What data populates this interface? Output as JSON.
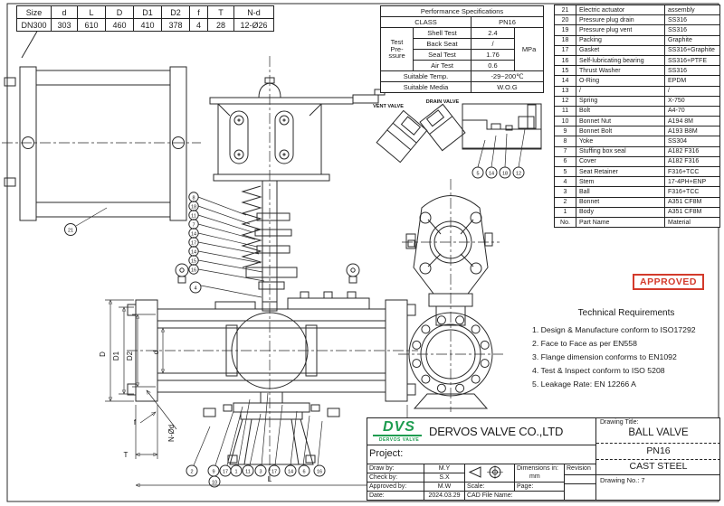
{
  "dim_table": {
    "headers": [
      "Size",
      "d",
      "L",
      "D",
      "D1",
      "D2",
      "f",
      "T",
      "N-d"
    ],
    "values": [
      "DN300",
      "303",
      "610",
      "460",
      "410",
      "378",
      "4",
      "28",
      "12-Ø26"
    ]
  },
  "perf": {
    "title": "Performance Specifications",
    "class_label": "CLASS",
    "class_value": "PN16",
    "group_label": "Test\nPre-\nssure",
    "unit": "MPa",
    "rows": [
      {
        "label": "Shell Test",
        "value": "2.4"
      },
      {
        "label": "Back Seat",
        "value": "/"
      },
      {
        "label": "Seal Test",
        "value": "1.76"
      },
      {
        "label": "Air Test",
        "value": "0.6"
      }
    ],
    "temp_label": "Suitable Temp.",
    "temp_value": "-29~200℃",
    "media_label": "Suitable Media",
    "media_value": "W.O.G"
  },
  "parts": {
    "rows": [
      {
        "no": "21",
        "name": "Electric actuator",
        "material": "assembly"
      },
      {
        "no": "20",
        "name": "Pressure plug drain",
        "material": "SS316"
      },
      {
        "no": "19",
        "name": "Pressure plug vent",
        "material": "SS316"
      },
      {
        "no": "18",
        "name": "Packing",
        "material": "Graphite"
      },
      {
        "no": "17",
        "name": "Gasket",
        "material": "SS316+Graphite"
      },
      {
        "no": "16",
        "name": "Self-lubricating bearing",
        "material": "SS316+PTFE"
      },
      {
        "no": "15",
        "name": "Thrust Washer",
        "material": "SS316"
      },
      {
        "no": "14",
        "name": "O-Ring",
        "material": "EPDM"
      },
      {
        "no": "13",
        "name": "/",
        "material": "/"
      },
      {
        "no": "12",
        "name": "Spring",
        "material": "X-750"
      },
      {
        "no": "11",
        "name": "Bolt",
        "material": "A4-70"
      },
      {
        "no": "10",
        "name": "Bonnet Nut",
        "material": "A194 8M"
      },
      {
        "no": "9",
        "name": "Bonnet Bolt",
        "material": "A193 B8M"
      },
      {
        "no": "8",
        "name": "Yoke",
        "material": "SS304"
      },
      {
        "no": "7",
        "name": "Stuffing box seal",
        "material": "A182 F316"
      },
      {
        "no": "6",
        "name": "Cover",
        "material": "A182 F316"
      },
      {
        "no": "5",
        "name": "Seat Retainer",
        "material": "F316+TCC"
      },
      {
        "no": "4",
        "name": "Stem",
        "material": "17-4PH+ENP"
      },
      {
        "no": "3",
        "name": "Ball",
        "material": "F316+TCC"
      },
      {
        "no": "2",
        "name": "Bonnet",
        "material": "A351 CF8M"
      },
      {
        "no": "1",
        "name": "Body",
        "material": "A351 CF8M"
      }
    ],
    "footer": {
      "no": "No.",
      "name": "Part Name",
      "material": "Material"
    }
  },
  "stamp": {
    "label": "APPROVED",
    "color": "#d33a2b"
  },
  "tech": {
    "title": "Technical Requirements",
    "items": [
      "1. Design & Manufacture conform to ISO17292",
      "2. Face to Face as per EN558",
      "3. Flange dimension conforms to EN1092",
      "4. Test & Inspect conform to ISO 5208",
      "5. Leakage Rate: EN 12266 A"
    ]
  },
  "tb": {
    "logo": "DVS",
    "logo_sub": "DERVOS VALVE",
    "company": "DERVOS VALVE CO.,LTD",
    "project_label": "Project:",
    "fields": [
      {
        "label": "Draw by:",
        "value": "M.Y"
      },
      {
        "label": "Check by:",
        "value": "S.X"
      },
      {
        "label": "Approved by:",
        "value": "M.W"
      },
      {
        "label": "Date:",
        "value": "2024.03.29"
      }
    ],
    "dims_label": "Dimensions in:",
    "dims_unit": "mm",
    "revision_label": "Revision",
    "scale_label": "Scale:",
    "page_label": "Page:",
    "cad_label": "CAD File Name:",
    "title_label": "Drawing Title:",
    "title": "BALL VALVE",
    "class": "PN16",
    "material": "CAST STEEL",
    "drawing_no": "Drawing No.: 7"
  },
  "drawing": {
    "vent_label": "VENT VALVE",
    "drain_label": "DRAIN VALVE",
    "dims": {
      "D": "D",
      "D1": "D1",
      "D2": "D2",
      "d": "d",
      "f": "f",
      "T": "T",
      "nd": "N-Ød",
      "L": "L"
    },
    "balloons": {
      "actuator": "21",
      "stem": "4",
      "left": [
        "8",
        "18",
        "11",
        "7",
        "14",
        "17",
        "14",
        "15",
        "16"
      ],
      "detail": [
        "5",
        "14",
        "18",
        "12"
      ],
      "bottom": [
        "2",
        "9",
        "10",
        "17",
        "1",
        "11",
        "3",
        "17",
        "14",
        "6",
        "16"
      ]
    }
  }
}
